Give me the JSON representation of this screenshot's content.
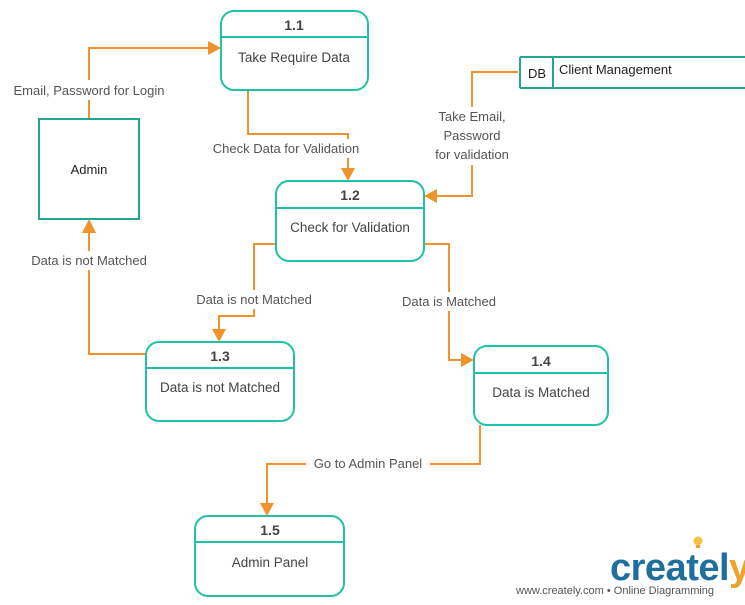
{
  "processes": {
    "p11": {
      "id": "1.1",
      "name": "Take Require Data"
    },
    "p12": {
      "id": "1.2",
      "name": "Check for Validation"
    },
    "p13": {
      "id": "1.3",
      "name": "Data is not Matched"
    },
    "p14": {
      "id": "1.4",
      "name": "Data is Matched"
    },
    "p15": {
      "id": "1.5",
      "name": "Admin Panel"
    }
  },
  "entity": {
    "name": "Admin"
  },
  "datastore": {
    "id": "DB",
    "name": "Client Management"
  },
  "flows": {
    "admin_to_11": "Email, Password for Login",
    "p11_to_12": "Check Data for Validation",
    "db_to_12": [
      "Take Email,",
      "Password",
      "for validation"
    ],
    "p12_to_13": "Data is not Matched",
    "p12_to_14": "Data is Matched",
    "p13_to_admin": "Data is not Matched",
    "p14_to_15": "Go to Admin Panel"
  },
  "branding": {
    "logo_main": "createl",
    "logo_accent": "y",
    "tagline": "www.creately.com • Online Diagramming",
    "colors": {
      "accent": "#f0932b",
      "teal": "#1fc2a8",
      "brand_blue": "#1f6f9e"
    }
  }
}
